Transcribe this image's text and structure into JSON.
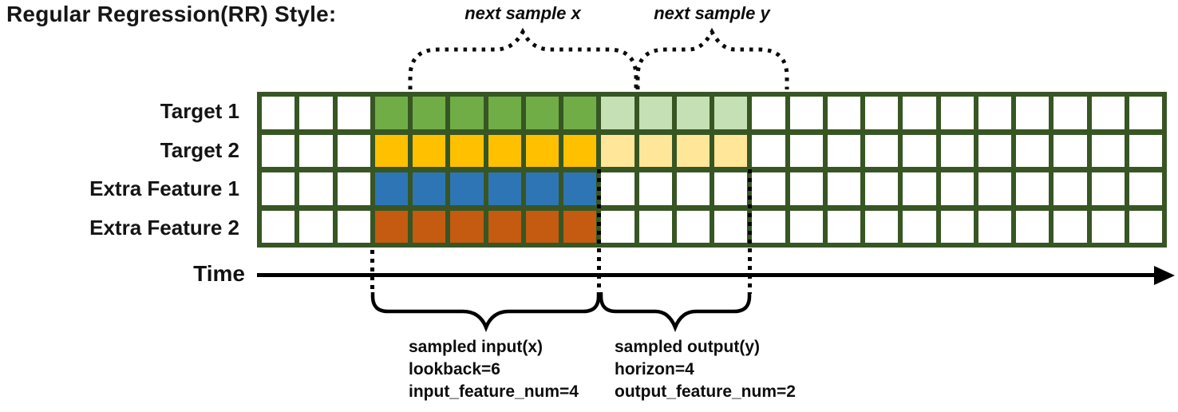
{
  "title": "Regular Regression(RR) Style:",
  "top_annotations": {
    "next_sample_x": "next sample x",
    "next_sample_y": "next sample y"
  },
  "time_axis": {
    "label": "Time"
  },
  "grid": {
    "columns": 24,
    "empty_before": 3,
    "input_cols": 6,
    "output_cols": 4,
    "border_color": "#375623",
    "empty_fill": "#ffffff",
    "rows": [
      {
        "label": "Target 1",
        "fill": "#70AD47",
        "output_fill": "#C5E0B4",
        "has_output": true
      },
      {
        "label": "Target 2",
        "fill": "#FFC000",
        "output_fill": "#FFE699",
        "has_output": true
      },
      {
        "label": "Extra Feature 1",
        "fill": "#2E75B6",
        "output_fill": null,
        "has_output": false
      },
      {
        "label": "Extra Feature 2",
        "fill": "#C55A11",
        "output_fill": null,
        "has_output": false
      }
    ]
  },
  "input_annotation": {
    "lines": [
      "sampled input(x)",
      "lookback=6",
      "input_feature_num=4"
    ]
  },
  "output_annotation": {
    "lines": [
      "sampled output(y)",
      "horizon=4",
      "output_feature_num=2"
    ]
  }
}
